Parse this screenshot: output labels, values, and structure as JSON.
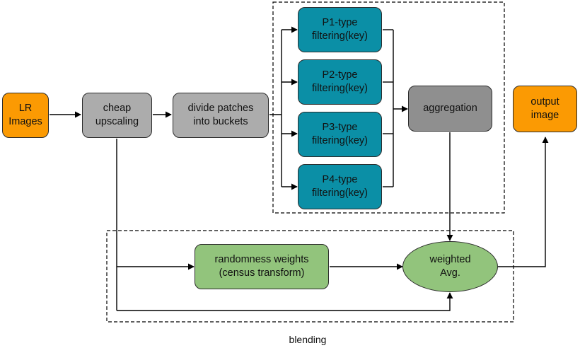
{
  "nodes": {
    "lr_images": "LR\nImages",
    "cheap_upscaling": "cheap\nupscaling",
    "divide_patches": "divide patches\ninto buckets",
    "p1": "P1-type\nfiltering(key)",
    "p2": "P2-type\nfiltering(key)",
    "p3": "P3-type\nfiltering(key)",
    "p4": "P4-type\nfiltering(key)",
    "aggregation": "aggregation",
    "output_image": "output\nimage",
    "randomness_weights": "randomness weights\n(census transform)",
    "weighted_avg": "weighted\nAvg."
  },
  "groups": {
    "blending": "blending"
  },
  "colors": {
    "io": "#fb9a03",
    "process": "#acacac",
    "aggregate": "#8f8f8f",
    "filter": "#0b8fa6",
    "blend": "#92c47c"
  }
}
